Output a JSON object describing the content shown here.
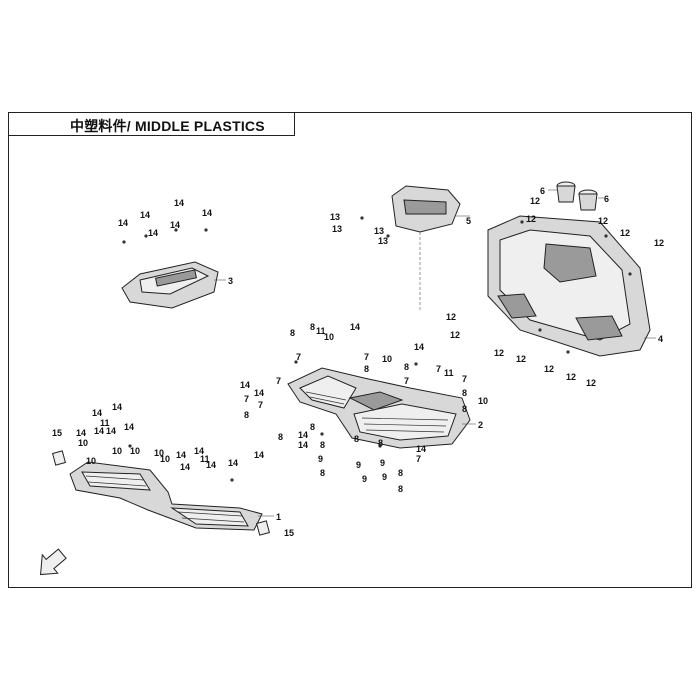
{
  "header": {
    "title": "中塑料件/ MIDDLE PLASTICS"
  },
  "callouts": {
    "c1": "1",
    "c2": "2",
    "c3": "3",
    "c4": "4",
    "c5": "5",
    "c6": "6",
    "c7": "7",
    "c8": "8",
    "c9": "9",
    "c10": "10",
    "c11": "11",
    "c12": "12",
    "c13": "13",
    "c14": "14",
    "c15": "15"
  },
  "icons": {
    "direction": "fwd-arrow-icon",
    "fastener": "clip-fastener-icon"
  },
  "colors": {
    "line": "#222222",
    "part_fill": "#d8d8d8"
  }
}
